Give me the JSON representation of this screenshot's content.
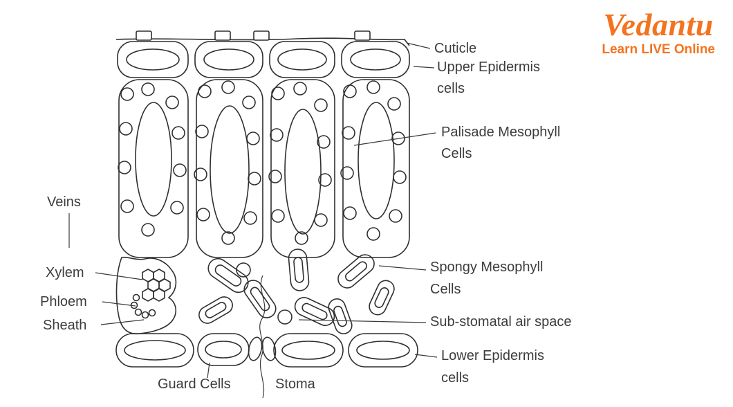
{
  "brand": {
    "name": "Vedantu",
    "tagline": "Learn LIVE Online",
    "color": "#f4731f"
  },
  "labels": {
    "cuticle": "Cuticle",
    "upper_epidermis_1": "Upper Epidermis",
    "upper_epidermis_2": "cells",
    "palisade_1": "Palisade Mesophyll",
    "palisade_2": "Cells",
    "spongy_1": "Spongy Mesophyll",
    "spongy_2": "Cells",
    "substomatal": "Sub-stomatal air space",
    "lower_epidermis_1": "Lower Epidermis",
    "lower_epidermis_2": "cells",
    "veins": "Veins",
    "xylem": "Xylem",
    "phloem": "Phloem",
    "sheath": "Sheath",
    "guard_cells": "Guard Cells",
    "stoma": "Stoma"
  }
}
